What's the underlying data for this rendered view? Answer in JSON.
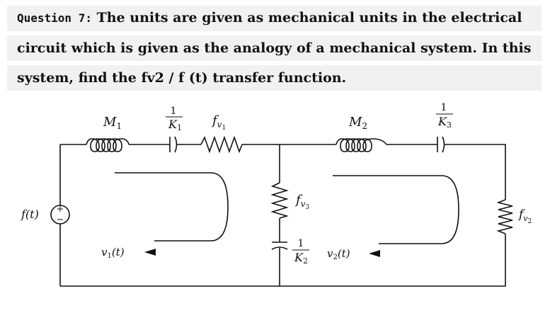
{
  "question": {
    "label": "Question 7:",
    "line1": "The units are given as mechanical units in the electrical",
    "line2": "circuit which is given as the analogy of a mechanical system. In this",
    "line3": "system, find the fv2 / f (t) transfer function."
  },
  "circuit": {
    "source_label": "f(t)",
    "source_plus": "+",
    "source_minus": "−",
    "m1": {
      "base": "M",
      "sub": "1"
    },
    "k1": {
      "num": "1",
      "base": "K",
      "sub": "1"
    },
    "fv1": {
      "base": "f",
      "sub": "v",
      "subsub": "1"
    },
    "m2": {
      "base": "M",
      "sub": "2"
    },
    "k3": {
      "num": "1",
      "base": "K",
      "sub": "3"
    },
    "fv3": {
      "base": "f",
      "sub": "v",
      "subsub": "3"
    },
    "k2": {
      "num": "1",
      "base": "K",
      "sub": "2"
    },
    "fv2": {
      "base": "f",
      "sub": "v",
      "subsub": "2"
    },
    "v1": {
      "base": "v",
      "sub": "1",
      "arg": "(t)"
    },
    "v2": {
      "base": "v",
      "sub": "2",
      "arg": "(t)"
    }
  }
}
